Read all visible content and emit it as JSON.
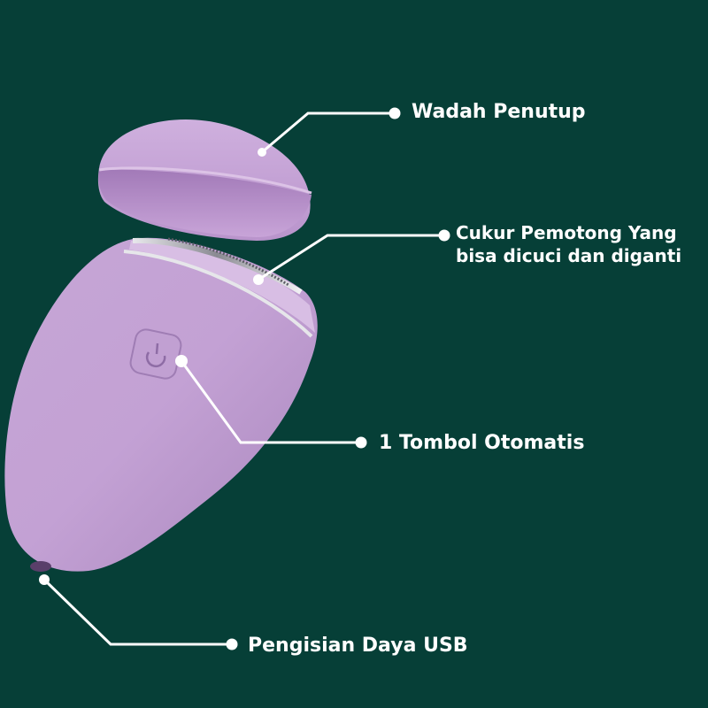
{
  "background_color": "#063f37",
  "device_color": "#c7a7d8",
  "labels": {
    "cap": "Wadah Penutup",
    "blade_line1": "Cukur Pemotong Yang",
    "blade_line2": "bisa dicuci dan diganti",
    "button": "1 Tombol Otomatis",
    "usb": "Pengisian Daya USB"
  }
}
